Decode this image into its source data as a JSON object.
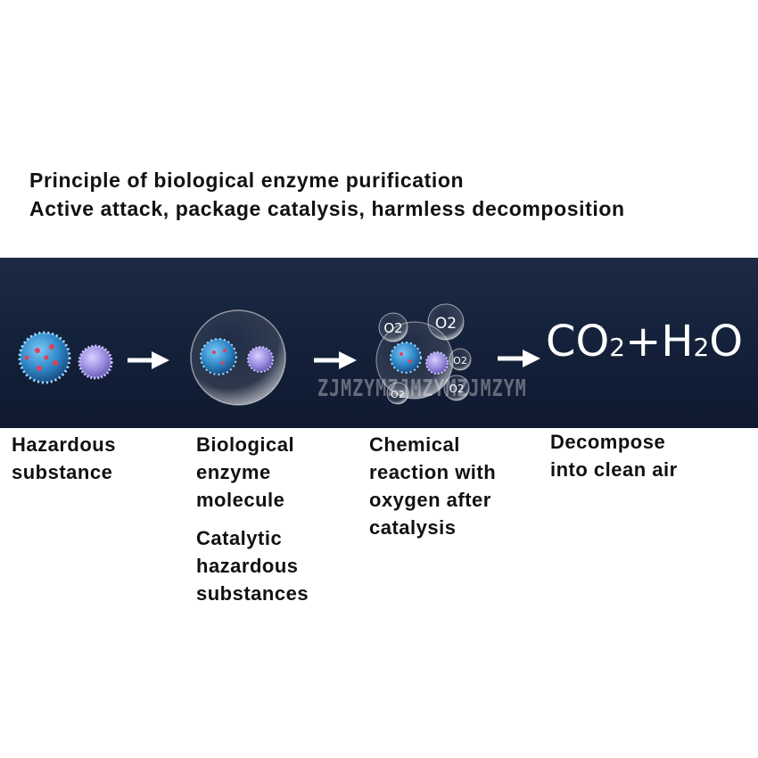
{
  "heading": {
    "line1": "Principle of biological enzyme purification",
    "line2": "Active attack, package catalysis, harmless decomposition"
  },
  "diagram": {
    "formula": {
      "co": "CO",
      "co_sub": "2",
      "plus": "+",
      "h": "H",
      "h_sub": "2",
      "o": "O"
    },
    "oxygen_bubbles": [
      "O2",
      "O2",
      "O2",
      "O2",
      "O2"
    ],
    "watermark": "ZJMZYMZJMZYMZJMZYM",
    "colors": {
      "band": "#16223b",
      "virus": "#3a9ad6",
      "enzyme": "#9b8ee0",
      "spike": "#e0405a"
    }
  },
  "steps": [
    {
      "lines": [
        "Hazardous",
        "substance"
      ]
    },
    {
      "lines": [
        "Biological",
        "enzyme",
        "molecule"
      ],
      "extra": [
        "Catalytic",
        "hazardous",
        "substances"
      ]
    },
    {
      "lines": [
        "Chemical",
        "reaction with",
        "oxygen after",
        "catalysis"
      ]
    },
    {
      "lines": [
        "Decompose",
        "into clean air"
      ]
    }
  ]
}
